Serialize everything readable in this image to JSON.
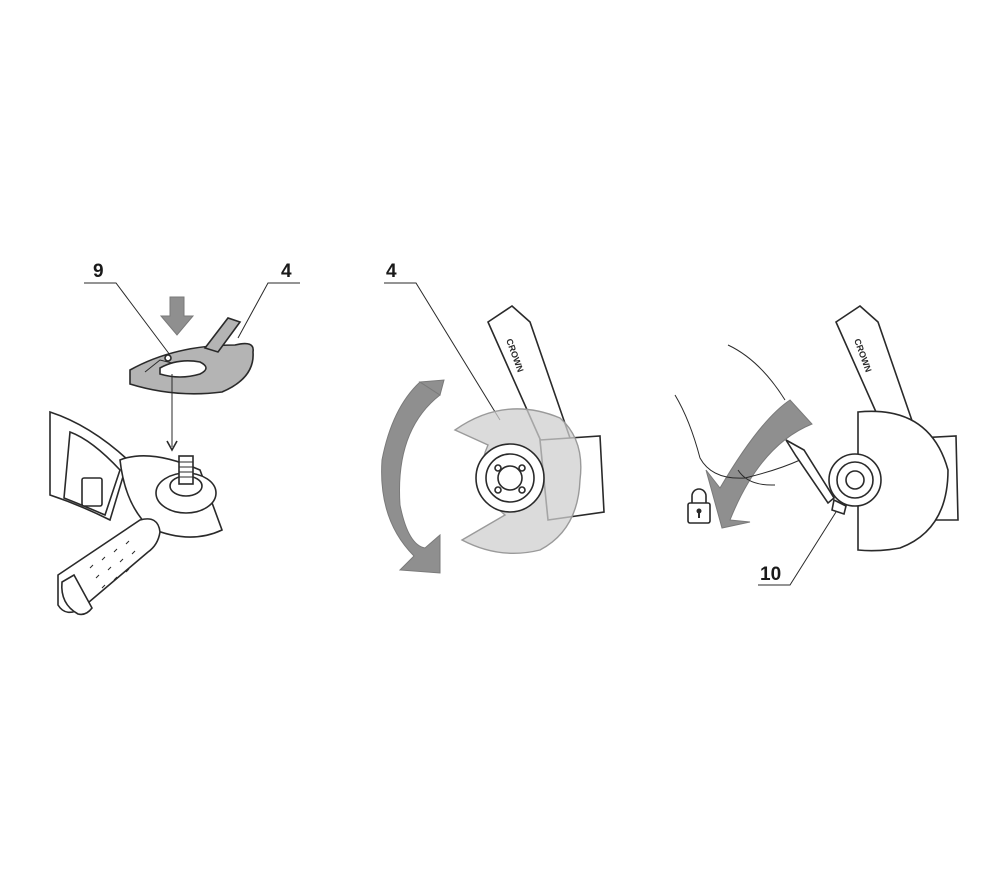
{
  "figure": {
    "panels": [
      {
        "callouts": [
          "9",
          "4"
        ]
      },
      {
        "callouts": [
          "4"
        ]
      },
      {
        "callouts": [
          "10"
        ]
      }
    ],
    "brand_label": "CROWN",
    "icons": [
      "down-arrow-icon",
      "rotate-arrow-icon",
      "lock-icon"
    ],
    "colors": {
      "line": "#2a2a2a",
      "guard_fill": "#b4b4b4",
      "arrow_fill": "#8f8f8f"
    }
  }
}
